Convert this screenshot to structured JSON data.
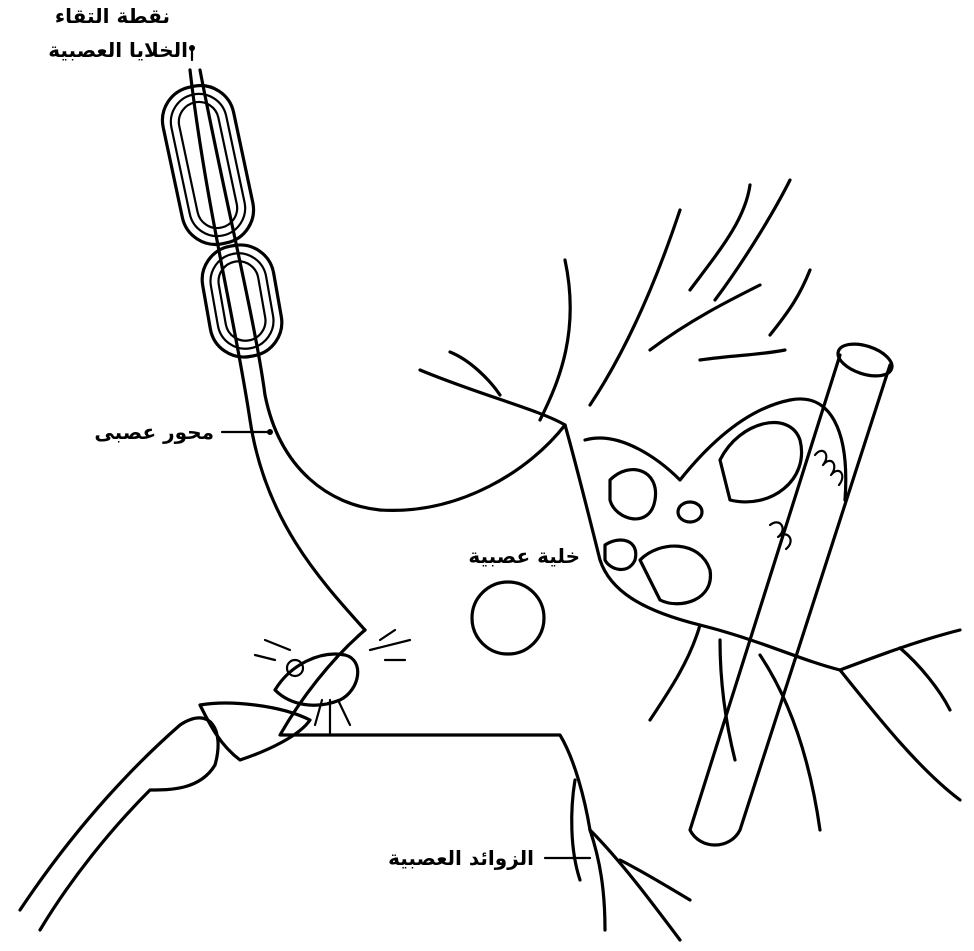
{
  "labels": {
    "synapse_line1": "نقطة التقاء",
    "synapse_line2": "الخلايا العصبية",
    "axon": "محور عصبى",
    "cell": "خلية عصبية",
    "dendrites": "الزوائد العصبية"
  }
}
